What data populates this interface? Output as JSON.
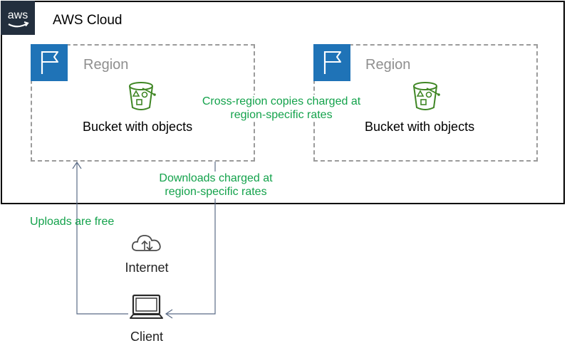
{
  "cloud": {
    "title": "AWS Cloud",
    "logo_text": "aws"
  },
  "regions": [
    {
      "label": "Region",
      "bucket_label": "Bucket with objects"
    },
    {
      "label": "Region",
      "bucket_label": "Bucket with objects"
    }
  ],
  "notes": {
    "cross_region_line1": "Cross-region copies charged at",
    "cross_region_line2": "region-specific rates",
    "downloads_line1": "Downloads charged at",
    "downloads_line2": "region-specific rates",
    "uploads": "Uploads are free"
  },
  "internet": {
    "label": "Internet"
  },
  "client": {
    "label": "Client"
  },
  "colors": {
    "aws_logo_bg": "#232f3e",
    "region_flag_bg": "#1f73b7",
    "bucket_icon": "#3f8624",
    "note_text": "#13a24b",
    "arrow": "#5a6b86"
  }
}
